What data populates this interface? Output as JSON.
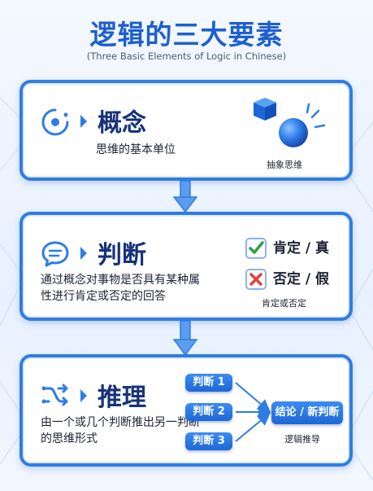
{
  "header": {
    "title": "逻辑的三大要素",
    "subtitle": "(Three Basic Elements of Logic in Chinese)"
  },
  "concept": {
    "heading": "概念",
    "description": "思维的基本单位",
    "caption": "抽象思维"
  },
  "judgment": {
    "heading": "判断",
    "description": "通过概念对事物是否具有某种属性进行肯定或否定的回答",
    "affirm_label": "肯定 / 真",
    "negate_label": "否定 / 假",
    "caption": "肯定或否定"
  },
  "reasoning": {
    "heading": "推理",
    "description": "由一个或几个判断推出另一判断的思维形式",
    "inputs": [
      "判断 1",
      "判断 2",
      "判断 3"
    ],
    "output": "结论 / 新判断",
    "caption": "逻辑推导"
  },
  "colors": {
    "primary": "#2f7de1",
    "heading": "#16327a",
    "check": "#2aa04a",
    "cross": "#e0443a"
  },
  "icons": {
    "concept": "orbit-icon",
    "judgment": "speech-bubble-icon",
    "reasoning": "branch-merge-icon"
  }
}
